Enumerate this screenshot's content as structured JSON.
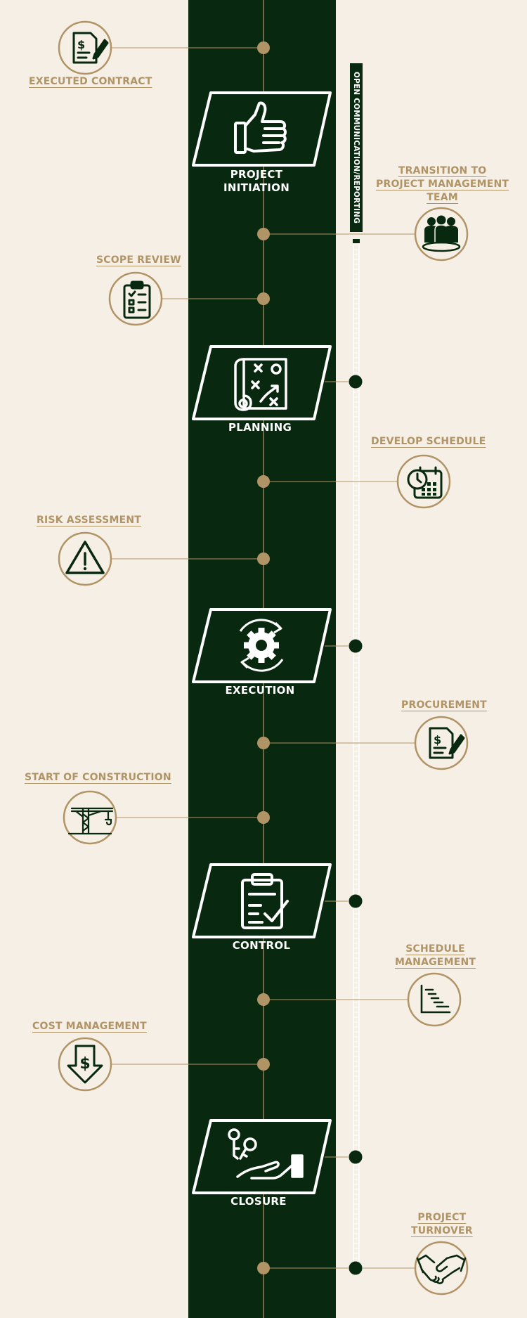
{
  "colors": {
    "background": "#f5efe6",
    "band": "#08280f",
    "gold": "#b19466",
    "white": "#ffffff"
  },
  "phases": {
    "p1": {
      "label_line1": "PROJECT",
      "label_line2": "INITIATION",
      "icon": "thumbs-up-icon"
    },
    "p2": {
      "label": "PLANNING",
      "icon": "strategy-plan-icon"
    },
    "p3": {
      "label": "EXECUTION",
      "icon": "gear-cycle-icon"
    },
    "p4": {
      "label": "CONTROL",
      "icon": "clipboard-check-icon"
    },
    "p5": {
      "label": "CLOSURE",
      "icon": "keys-handover-icon"
    }
  },
  "milestones": {
    "executed_contract": {
      "label": "EXECUTED CONTRACT",
      "icon": "signed-contract-icon"
    },
    "transition": {
      "line1": "TRANSITION TO",
      "line2": "PROJECT MANAGEMENT",
      "line3": "TEAM",
      "icon": "team-icon"
    },
    "scope_review": {
      "label": "SCOPE REVIEW",
      "icon": "checklist-icon"
    },
    "develop_schedule": {
      "label": "DEVELOP SCHEDULE",
      "icon": "calendar-clock-icon"
    },
    "risk_assessment": {
      "label": "RISK ASSESSMENT",
      "icon": "warning-icon"
    },
    "procurement": {
      "label": "PROCUREMENT",
      "icon": "invoice-pen-icon"
    },
    "start_construction": {
      "label": "START OF CONSTRUCTION",
      "icon": "crane-icon"
    },
    "schedule_management": {
      "line1": "SCHEDULE",
      "line2": "MANAGEMENT",
      "icon": "gantt-chart-icon"
    },
    "cost_management": {
      "label": "COST MANAGEMENT",
      "icon": "dollar-down-icon"
    },
    "project_turnover": {
      "line1": "PROJECT",
      "line2": "TURNOVER",
      "icon": "handshake-icon"
    }
  },
  "communication_track": {
    "label": "OPEN COMMUNICATION/REPORTING"
  }
}
